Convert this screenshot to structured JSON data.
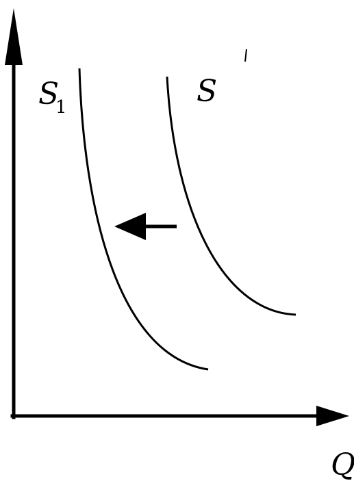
{
  "labels": {
    "curve_shifted": "S",
    "curve_shifted_subscript": "1",
    "curve_original": "S",
    "x_axis": "Q"
  },
  "arrow": {
    "direction": "left",
    "meaning": "shift"
  },
  "colors": {
    "ink": "#000000",
    "background": "#ffffff"
  }
}
